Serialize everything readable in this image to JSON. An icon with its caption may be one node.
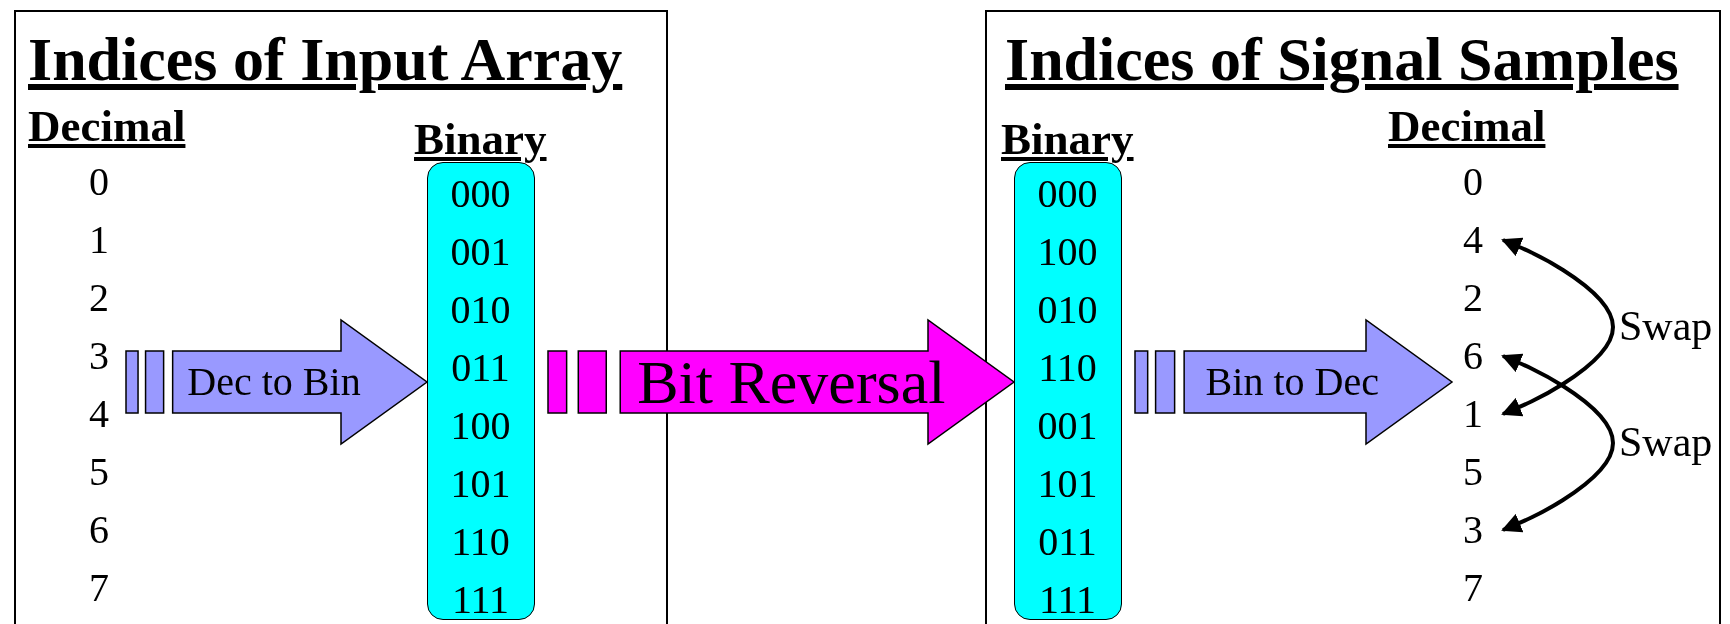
{
  "diagram": {
    "nodes": [
      {
        "text": [
          "Indices of Input Array"
        ]
      },
      {
        "text": [
          "000",
          "001",
          "010",
          "011",
          "100",
          "101",
          "110",
          "111"
        ],
        "in": 0,
        "beside": [
          "Binary"
        ]
      },
      {
        "text": [
          "Indices of Signal Samples"
        ]
      },
      {
        "text": [
          "000",
          "100",
          "010",
          "110",
          "001",
          "101",
          "011",
          "111"
        ],
        "in": 2,
        "beside": [
          "Binary"
        ]
      },
      {
        "text": [
          "0"
        ],
        "in": 2
      },
      {
        "text": [
          "4"
        ],
        "in": 2
      },
      {
        "text": [
          "2"
        ],
        "in": 2
      },
      {
        "text": [
          "6"
        ],
        "in": 2
      },
      {
        "text": [
          "1"
        ],
        "in": 2
      },
      {
        "text": [
          "5"
        ],
        "in": 2
      },
      {
        "text": [
          "3"
        ],
        "in": 2
      },
      {
        "text": [
          "7"
        ],
        "in": 2
      }
    ],
    "edges": [
      {
        "from": null,
        "to": 1,
        "arrow": "to",
        "label": "Dec to Bin",
        "style": "thick",
        "color": "#9999ff"
      },
      {
        "from": 1,
        "to": 3,
        "arrow": "to",
        "label": "Bit Reversal",
        "style": "thick",
        "color": "#ff00ff"
      },
      {
        "from": 3,
        "to": null,
        "arrow": "to",
        "label": "Bin to Dec",
        "style": "thick",
        "color": "#9999ff"
      },
      {
        "from": 8,
        "to": 5,
        "arrow": "both",
        "label": "Swap"
      },
      {
        "from": 10,
        "to": 7,
        "arrow": "both",
        "label": "Swap"
      }
    ],
    "labels": [
      "Decimal",
      "0",
      "1",
      "2",
      "3",
      "4",
      "5",
      "6",
      "7",
      "Decimal"
    ]
  }
}
